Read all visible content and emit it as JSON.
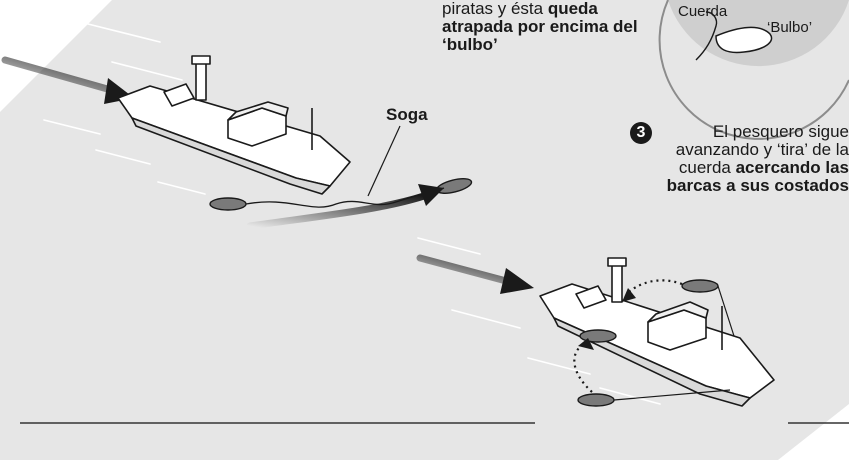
{
  "captions": {
    "step2_plain": "piratas y ésta ",
    "step2_bold": "queda atrapada por encima del ‘bulbo’",
    "step3_number": "3",
    "step3_plain": "El pesquero sigue avanzando y ‘tira’ de la cuerda ",
    "step3_bold": "acercando las barcas a sus costados"
  },
  "labels": {
    "soga": "Soga",
    "cuerda": "Cuerda",
    "bulbo": "‘Bulbo’"
  },
  "colors": {
    "sea": "#e6e6e6",
    "ink": "#1a1a1a",
    "hull": "#ffffff",
    "skiff": "#7a7a7a",
    "inset_bg": "#cfcfcf",
    "rule": "#333333"
  }
}
